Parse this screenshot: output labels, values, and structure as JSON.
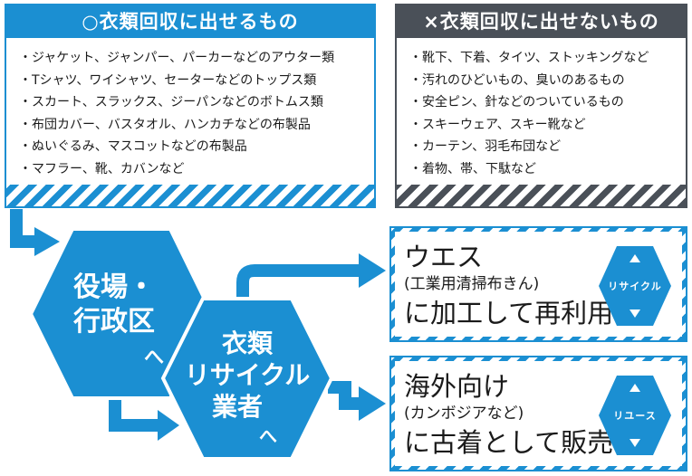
{
  "ok_panel": {
    "title": "○衣類回収に出せるもの",
    "items": [
      "・ジャケット、ジャンパー、パーカーなどのアウター類",
      "・Tシャツ、ワイシャツ、セーターなどのトップス類",
      "・スカート、スラックス、ジーパンなどのボトムス類",
      "・布団カバー、バスタオル、ハンカチなどの布製品",
      "・ぬいぐるみ、マスコットなどの布製品",
      "・マフラー、靴、カバンなど"
    ]
  },
  "ng_panel": {
    "title": "×衣類回収に出せないもの",
    "items": [
      "・靴下、下着、タイツ、ストッキングなど",
      "・汚れのひどいもの、臭いのあるもの",
      "・安全ピン、針などのついているもの",
      "・スキーウェア、スキー靴など",
      "・カーテン、羽毛布団など",
      "・着物、帯、下駄など"
    ]
  },
  "flow": {
    "office": {
      "line1": "役場・",
      "line2": "行政区",
      "suffix": "へ"
    },
    "recycler": {
      "line1": "衣類",
      "line2": "リサイクル",
      "line3": "業者",
      "suffix": "へ"
    }
  },
  "results": [
    {
      "big1": "ウエス",
      "small": "(工業用清掃布きん)",
      "big2": "に加工して再利用",
      "badge": "リサイクル"
    },
    {
      "big1": "海外向け",
      "small": "(カンボジアなど)",
      "big2": "に古着として販売",
      "badge": "リユース"
    }
  ],
  "colors": {
    "blue": "#1b8fd2",
    "gray": "#4a5058"
  }
}
